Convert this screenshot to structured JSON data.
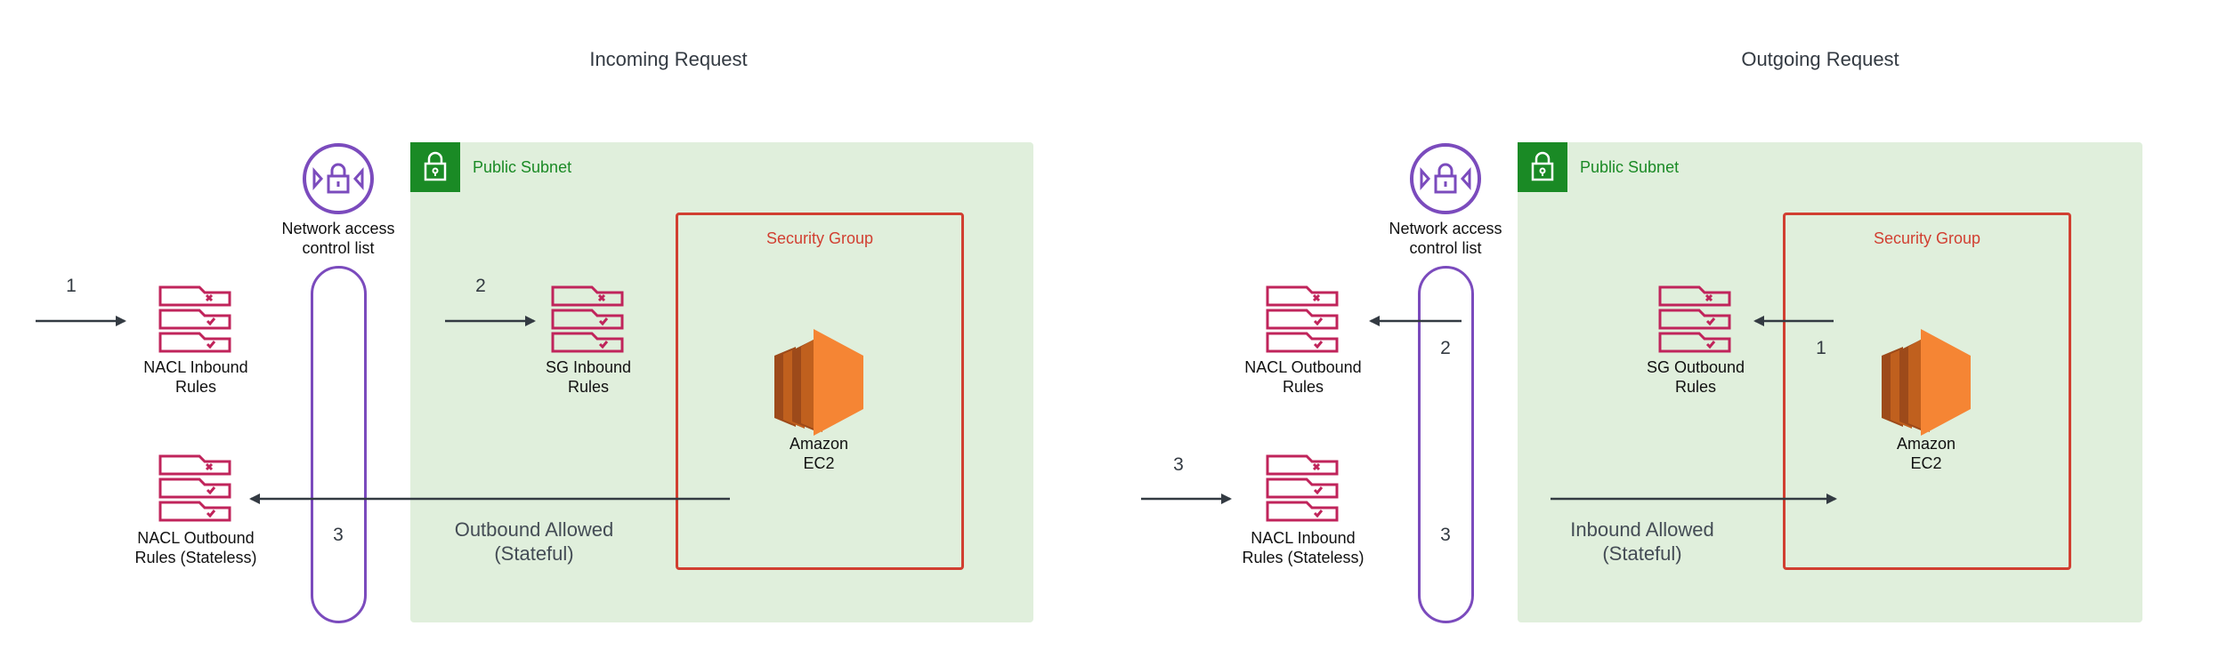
{
  "colors": {
    "subnet_fill": "#e0efdc",
    "subnet_accent": "#1a8a25",
    "security_group": "#d13f31",
    "nacl": "#7b4bbd",
    "rules_icon": "#c0245b",
    "ec2": "#f58534",
    "arrow": "#333a42"
  },
  "incoming": {
    "title": "Incoming Request",
    "subnet_label": "Public Subnet",
    "nacl_label_line1": "Network access",
    "nacl_label_line2": "control list",
    "security_group_label": "Security Group",
    "ec2_line1": "Amazon",
    "ec2_line2": "EC2",
    "nacl_inbound_line1": "NACL Inbound",
    "nacl_inbound_line2": "Rules",
    "sg_inbound_line1": "SG Inbound",
    "sg_inbound_line2": "Rules",
    "nacl_outbound_line1": "NACL Outbound",
    "nacl_outbound_line2": "Rules (Stateless)",
    "step1": "1",
    "step2": "2",
    "step3": "3",
    "allowed_line1": "Outbound Allowed",
    "allowed_line2": "(Stateful)"
  },
  "outgoing": {
    "title": "Outgoing Request",
    "subnet_label": "Public Subnet",
    "nacl_label_line1": "Network access",
    "nacl_label_line2": "control list",
    "security_group_label": "Security Group",
    "ec2_line1": "Amazon",
    "ec2_line2": "EC2",
    "sg_outbound_line1": "SG Outbound",
    "sg_outbound_line2": "Rules",
    "nacl_outbound_line1": "NACL Outbound",
    "nacl_outbound_line2": "Rules",
    "nacl_inbound_line1": "NACL Inbound",
    "nacl_inbound_line2": "Rules (Stateless)",
    "step1": "1",
    "step2": "2",
    "step3": "3",
    "allowed_line1": "Inbound Allowed",
    "allowed_line2": "(Stateful)"
  },
  "icons": {
    "nacl": "nacl-lock-icon",
    "subnet": "subnet-lock-icon",
    "rules": "rules-list-icon",
    "ec2": "ec2-instance-icon"
  }
}
